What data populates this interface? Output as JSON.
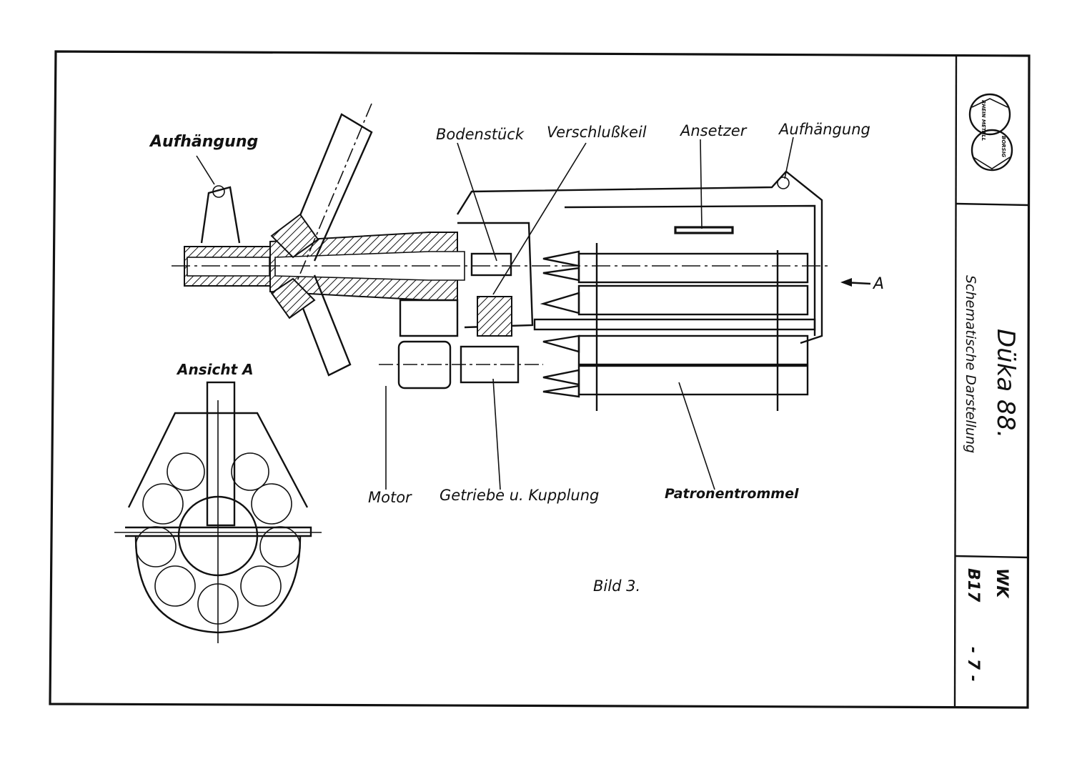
{
  "drawing": {
    "labels": {
      "aufhaengung_left": "Aufhängung",
      "bodenstueck": "Bodenstück",
      "verschlusskeil": "Verschlußkeil",
      "ansetzer": "Ansetzer",
      "aufhaengung_right": "Aufhängung",
      "arrow_a": "A",
      "ansicht_a": "Ansicht A",
      "motor": "Motor",
      "getriebe": "Getriebe u. Kupplung",
      "patronentrommel": "Patronentrommel",
      "caption": "Bild 3."
    }
  },
  "title_block": {
    "logo_text_1": "RHEIN METALL",
    "logo_text_2": "BORSIG",
    "title": "Düka 88.",
    "subtitle": "Schematische Darstellung",
    "code_1": "WK",
    "code_2": "B17",
    "page": "- 7 -"
  }
}
